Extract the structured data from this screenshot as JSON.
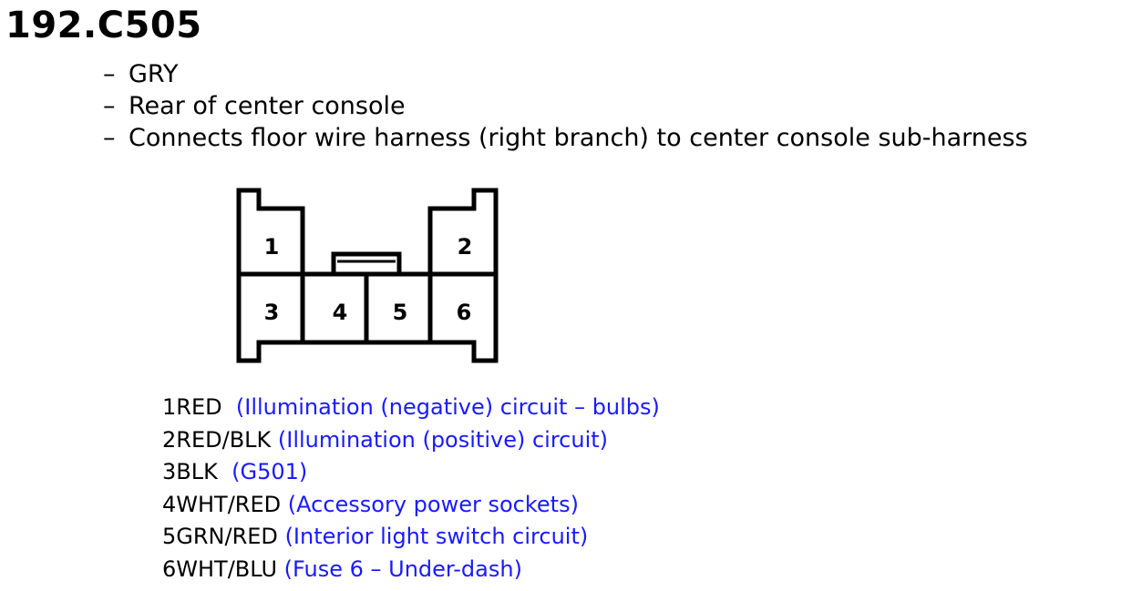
{
  "connector": {
    "id": "192.C505",
    "info": [
      "GRY",
      "Rear of center console",
      "Connects floor wire harness (right branch) to center console sub-harness"
    ],
    "info_dash": "–",
    "cavities": [
      "1",
      "2",
      "3",
      "4",
      "5",
      "6"
    ]
  },
  "pins": [
    {
      "pin": "1",
      "color": "RED",
      "description": "(Illumination (negative) circuit – bulbs)"
    },
    {
      "pin": "2",
      "color": "RED/BLK",
      "description": "(Illumination (positive) circuit)"
    },
    {
      "pin": "3",
      "color": "BLK",
      "description": "(G501)"
    },
    {
      "pin": "4",
      "color": "WHT/RED",
      "description": "(Accessory power sockets)"
    },
    {
      "pin": "5",
      "color": "GRN/RED",
      "description": "(Interior light switch circuit)"
    },
    {
      "pin": "6",
      "color": "WHT/BLU",
      "description": "(Fuse 6 – Under-dash)"
    }
  ],
  "colors": {
    "description_text": "#1a1aff",
    "outline": "#000000"
  }
}
